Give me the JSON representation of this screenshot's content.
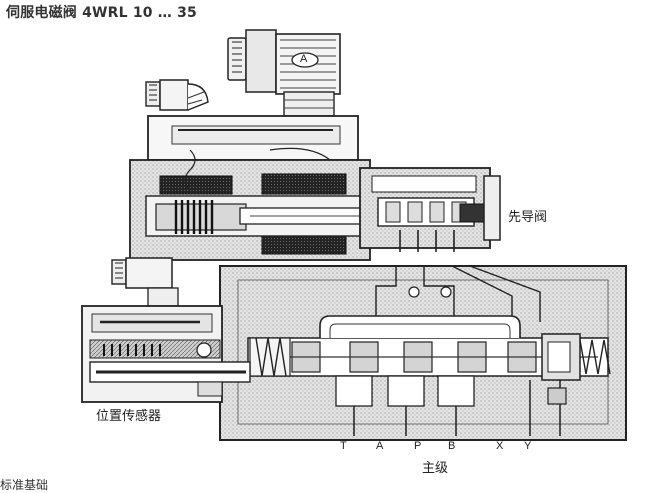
{
  "title": "伺服电磁阀 4WRL 10 … 35",
  "labels": {
    "solenoid": "A",
    "pilot_valve": "先导阀",
    "position_sensor": "位置传感器",
    "main_stage": "主级"
  },
  "ports": [
    "T",
    "A",
    "P",
    "B",
    "X",
    "Y"
  ],
  "footer_cut_text": "标准基础",
  "colors": {
    "line": "#2a2a2a",
    "body": "#d9d9d9",
    "dark": "#3a3a3a",
    "light": "#f2f2f2"
  }
}
